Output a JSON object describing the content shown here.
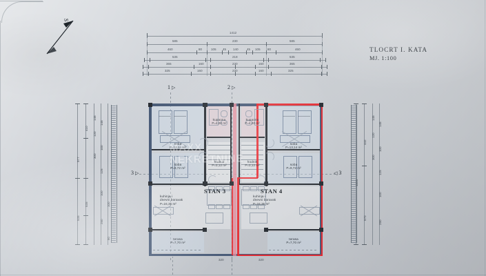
{
  "drawing": {
    "title": "TLOCRT I. KATA",
    "scale_label": "MJ. 1:100",
    "north_label": "S",
    "watermark": "MAXX NEKRETNINE"
  },
  "section_markers": [
    {
      "id": "m1",
      "label": "1",
      "glyph": "▷"
    },
    {
      "id": "m2",
      "label": "2",
      "glyph": "▷"
    },
    {
      "id": "m3l",
      "label": "3",
      "glyph": "▷"
    },
    {
      "id": "m3r",
      "label": "3",
      "glyph": "◁"
    }
  ],
  "apartments": [
    {
      "id": "stan3",
      "label": "STAN 3"
    },
    {
      "id": "stan4",
      "label": "STAN 4"
    }
  ],
  "rooms": [
    {
      "id": "r1",
      "name": "soba",
      "area": "P=13,14 m²"
    },
    {
      "id": "r2",
      "name": "soba",
      "area": "P=9,72 m²"
    },
    {
      "id": "r3",
      "name": "kupaona",
      "area": "P=4,00 m²"
    },
    {
      "id": "r4",
      "name": "hodnik",
      "area": "P=3,12 m²"
    },
    {
      "id": "r5",
      "name": "kuhinja i",
      "name2": "dnevni boravak",
      "area": "P=24,35 m²"
    },
    {
      "id": "r6",
      "name": "terasa",
      "area": "P=7,70 m²"
    },
    {
      "id": "r7",
      "name": "soba",
      "area": "P=13,14 m²"
    },
    {
      "id": "r8",
      "name": "soba",
      "area": "P=9,72 m²"
    },
    {
      "id": "r9",
      "name": "kupaona",
      "area": "P=4,00 m²"
    },
    {
      "id": "r10",
      "name": "hodnik",
      "area": "P=3,12 m²"
    },
    {
      "id": "r11",
      "name": "kuhinja i",
      "name2": "dnevni boravak",
      "area": "P=24,35 m²"
    },
    {
      "id": "r12",
      "name": "terasa",
      "area": "P=7,70 m²"
    }
  ],
  "dimensions": {
    "top_total": "1412",
    "top_row2": [
      "585",
      "230",
      "585"
    ],
    "top_row3": [
      "460",
      "80",
      "105",
      "45",
      "140",
      "45",
      "105",
      "80",
      "460"
    ],
    "top_row4": [
      "535",
      "218",
      "535"
    ],
    "top_row5": [
      "365",
      "160",
      "230",
      "160",
      "365"
    ],
    "top_row6": [
      "325",
      "160",
      "230",
      "160",
      "325"
    ],
    "left_col1": [
      "977",
      "535"
    ],
    "left_col2": [
      "410",
      "535"
    ],
    "left_col3": [
      "145",
      "120",
      "300",
      "145",
      "100",
      "125",
      "100",
      "250",
      "100",
      "80"
    ],
    "right_col1": [
      "1225"
    ],
    "right_col2": [
      "442",
      "570"
    ],
    "right_col3": [
      "145",
      "120",
      "300",
      "145",
      "100",
      "125",
      "100",
      "250",
      "100",
      "80"
    ],
    "bottom": [
      "320",
      "320"
    ],
    "stub_marks": [
      "65",
      "20",
      "20",
      "20",
      "20",
      "20",
      "20",
      "65"
    ]
  },
  "colors": {
    "highlight": "#e8282f",
    "wall_dark": "#2a2f35",
    "wall_blue": "#4a5c78",
    "wall_pink": "#e48d9c",
    "paper": "#cfd3d8",
    "ink": "#3d454d"
  }
}
